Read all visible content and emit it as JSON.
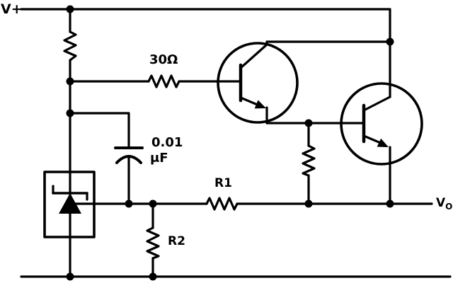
{
  "title": "voltage-regulator-schematic",
  "labels": {
    "supply": "V+",
    "resistor_30": "30Ω",
    "cap_value": "0.01",
    "cap_unit": "μF",
    "r1": "R1",
    "r2": "R2",
    "output_main": "V",
    "output_sub": "O"
  },
  "colors": {
    "line": "#000000",
    "background": "#ffffff"
  }
}
